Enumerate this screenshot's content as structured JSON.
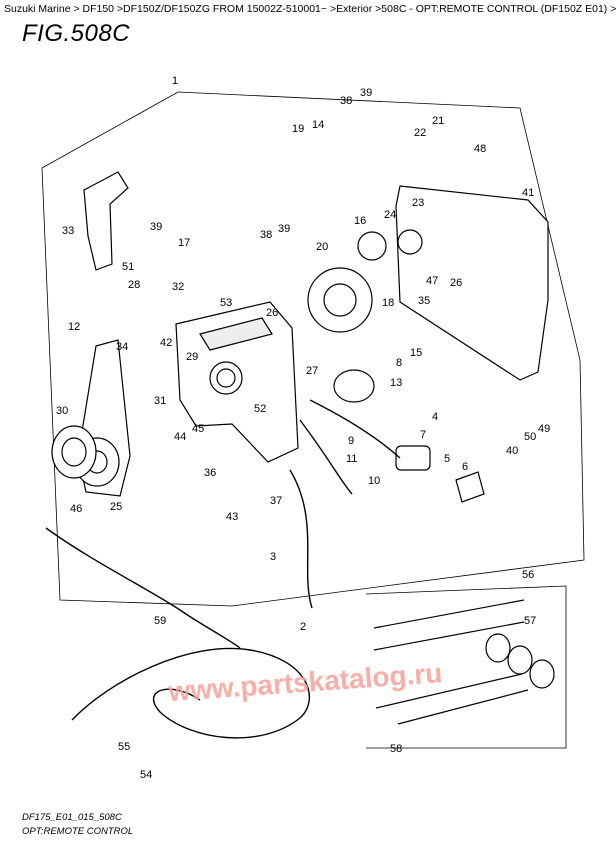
{
  "breadcrumb": "Suzuki Marine > DF150 >DF150Z/DF150ZG FROM 15002Z-510001~ >Exterior >508C - OPT:REMOTE CONTROL (DF150Z E01) >",
  "figure_title": "FIG.508C",
  "drawing_code": "DF175_E01_015_508C",
  "caption": "OPT:REMOTE CONTROL",
  "watermark": "www.partskatalog.ru",
  "callouts": [
    "1",
    "2",
    "3",
    "4",
    "5",
    "6",
    "7",
    "8",
    "9",
    "10",
    "11",
    "12",
    "13",
    "14",
    "15",
    "16",
    "17",
    "18",
    "19",
    "20",
    "21",
    "22",
    "23",
    "24",
    "25",
    "26",
    "26",
    "27",
    "28",
    "29",
    "30",
    "31",
    "32",
    "33",
    "34",
    "35",
    "36",
    "37",
    "38",
    "38",
    "39",
    "39",
    "39",
    "40",
    "41",
    "42",
    "43",
    "44",
    "45",
    "46",
    "47",
    "48",
    "49",
    "50",
    "51",
    "52",
    "53",
    "54",
    "55",
    "56",
    "57",
    "58",
    "59"
  ]
}
